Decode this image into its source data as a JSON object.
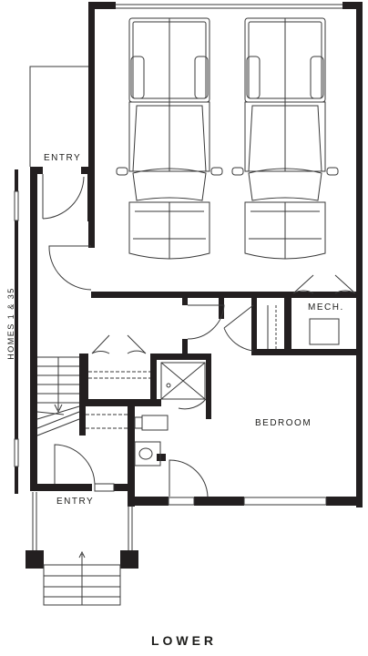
{
  "title": "LOWER",
  "side_label": "HOMES 1 & 35",
  "rooms": {
    "entry_upper": "ENTRY",
    "entry_lower": "ENTRY",
    "mech": "MECH.",
    "bedroom": "BEDROOM"
  },
  "colors": {
    "wall": "#231f20",
    "line": "#3a3a3a",
    "background": "#ffffff"
  }
}
